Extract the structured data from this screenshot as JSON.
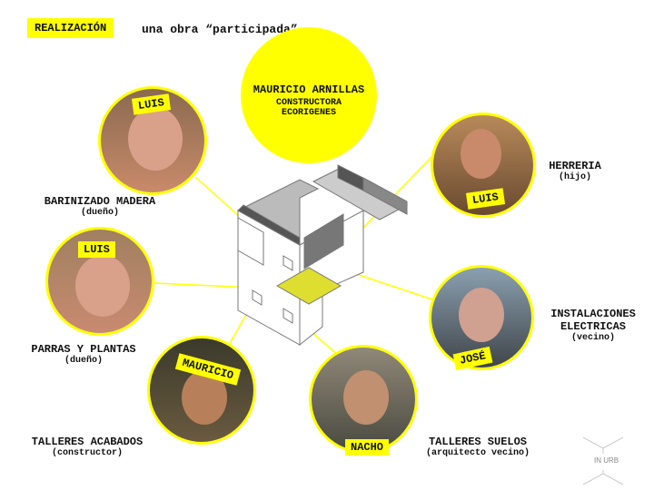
{
  "header": {
    "section": "REALIZACIÓN",
    "subtitle": "una obra “participada”"
  },
  "lead": {
    "name": "MAURICIO ARNILLAS",
    "line1": "CONSTRUCTORA",
    "line2": "ECORIGENES"
  },
  "people": [
    {
      "tag": "LUIS",
      "role": "BARINIZADO MADERA",
      "relation": "(dueño)"
    },
    {
      "tag": "LUIS",
      "role": "HERRERIA",
      "relation": "(hijo)"
    },
    {
      "tag": "LUIS",
      "role": "PARRAS Y PLANTAS",
      "relation": "(dueño)"
    },
    {
      "tag": "JOSÉ",
      "role_line1": "INSTALACIONES",
      "role_line2": "ELECTRICAS",
      "relation": "(vecino)"
    },
    {
      "tag": "MAURICIO",
      "role": "TALLERES ACABADOS",
      "relation": "(constructor)"
    },
    {
      "tag": "NACHO",
      "role": "TALLERES SUELOS",
      "relation": "(arquitecto vecino)"
    }
  ],
  "logo": {
    "text": "IN URB"
  },
  "colors": {
    "accent": "#ffff00"
  }
}
